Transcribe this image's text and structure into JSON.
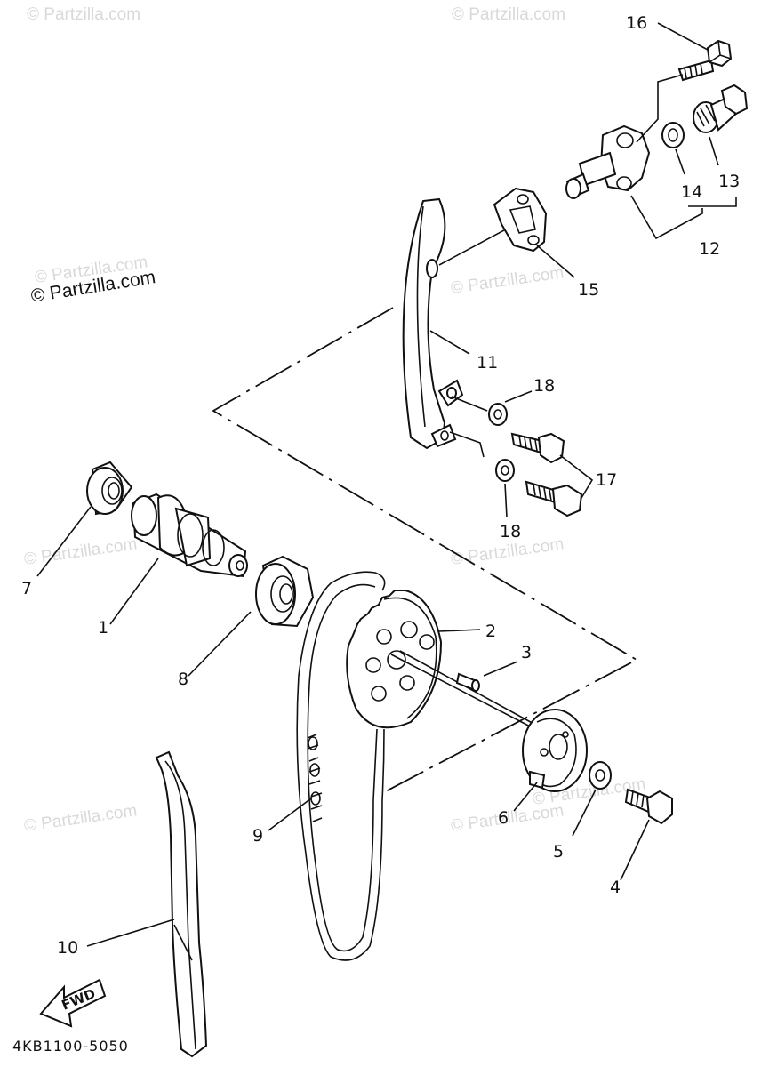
{
  "watermarks": [
    "© Partzilla.com",
    "© Partzilla.com",
    "© Partzilla.com",
    "© Partzilla.com",
    "© Partzilla.com",
    "© Partzilla.com",
    "© Partzilla.com",
    "© Partzilla.com",
    "© Partzilla.com"
  ],
  "copyright": "© Partzilla.com",
  "diagram_code": "4KB1100-5050",
  "fwd_label": "FWD",
  "callouts": {
    "c1": "1",
    "c2": "2",
    "c3": "3",
    "c4": "4",
    "c5": "5",
    "c6": "6",
    "c7": "7",
    "c8": "8",
    "c9": "9",
    "c10": "10",
    "c11": "11",
    "c12": "12",
    "c13": "13",
    "c14": "14",
    "c15": "15",
    "c16": "16",
    "c17": "17",
    "c18a": "18",
    "c18b": "18"
  }
}
